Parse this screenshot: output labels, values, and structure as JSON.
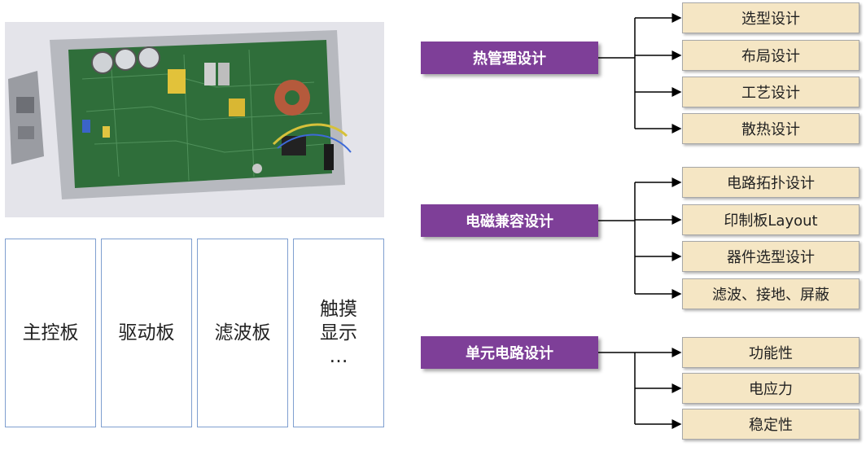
{
  "boards": [
    {
      "lines": [
        "主控板"
      ]
    },
    {
      "lines": [
        "驱动板"
      ]
    },
    {
      "lines": [
        "滤波板"
      ]
    },
    {
      "lines": [
        "触摸",
        "显示",
        "…"
      ]
    }
  ],
  "categories": [
    {
      "label": "热管理设计",
      "items": [
        "选型设计",
        "布局设计",
        "工艺设计",
        "散热设计"
      ]
    },
    {
      "label": "电磁兼容设计",
      "items": [
        "电路拓扑设计",
        "印制板Layout",
        "器件选型设计",
        "滤波、接地、屏蔽"
      ]
    },
    {
      "label": "单元电路设计",
      "items": [
        "功能性",
        "电应力",
        "稳定性"
      ]
    }
  ],
  "colors": {
    "category_fill": "#7e3f98",
    "item_fill": "#f5e6c4",
    "board_border": "#7f9fd0",
    "pcb_green": "#2f6e3a"
  }
}
